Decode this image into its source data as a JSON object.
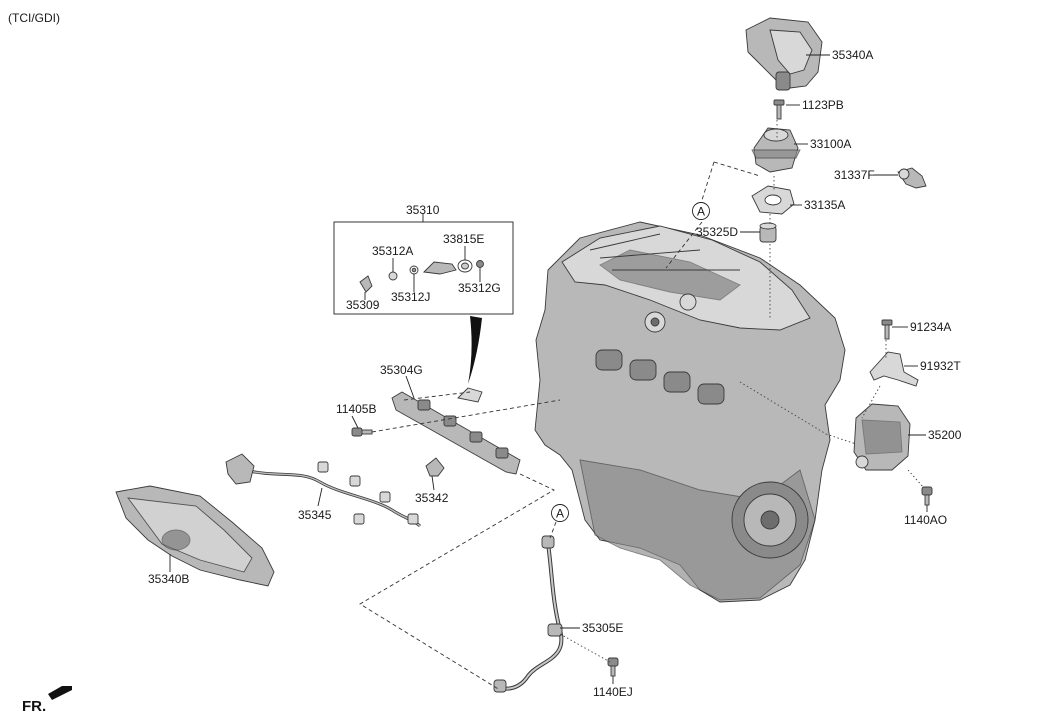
{
  "header": {
    "variant": "(TCI/GDI)"
  },
  "orientation": {
    "front_label": "FR."
  },
  "references": {
    "ref_a_top": "A",
    "ref_a_bottom": "A"
  },
  "parts": {
    "p35340A": "35340A",
    "p1123PB": "1123PB",
    "p33100A": "33100A",
    "p31337F": "31337F",
    "p33135A": "33135A",
    "p35325D": "35325D",
    "p35310": "35310",
    "p35312A": "35312A",
    "p33815E": "33815E",
    "p35309": "35309",
    "p35312J": "35312J",
    "p35312G": "35312G",
    "p91234A": "91234A",
    "p91932T": "91932T",
    "p35304G": "35304G",
    "p11405B": "11405B",
    "p35200": "35200",
    "p35342": "35342",
    "p35345": "35345",
    "p1140AO": "1140AO",
    "p35340B": "35340B",
    "p35305E": "35305E",
    "p1140EJ": "1140EJ"
  }
}
